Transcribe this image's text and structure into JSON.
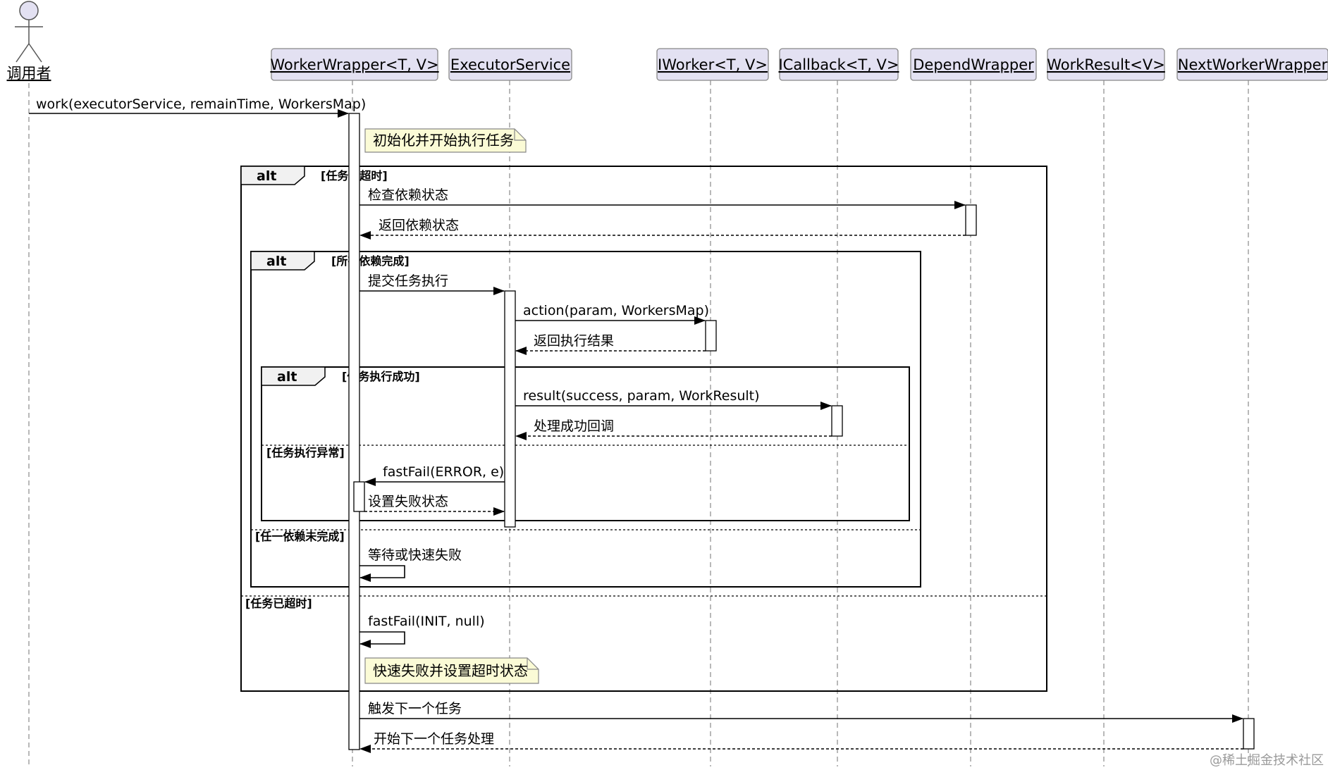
{
  "actor": {
    "label": "调用者"
  },
  "participants": [
    {
      "id": "ww",
      "label": "WorkerWrapper<T, V>"
    },
    {
      "id": "es",
      "label": "ExecutorService"
    },
    {
      "id": "iw",
      "label": "IWorker<T, V>"
    },
    {
      "id": "icb",
      "label": "ICallback<T, V>"
    },
    {
      "id": "dw",
      "label": "DependWrapper"
    },
    {
      "id": "wr",
      "label": "WorkResult<V>"
    },
    {
      "id": "nww",
      "label": "NextWorkerWrapper"
    }
  ],
  "messages": {
    "work": "work(executorService, remainTime, WorkersMap)",
    "check_depend": "检查依赖状态",
    "return_depend": "返回依赖状态",
    "submit": "提交任务执行",
    "action": "action(param, WorkersMap)",
    "return_result": "返回执行结果",
    "result": "result(success, param, WorkResult)",
    "handle_success": "处理成功回调",
    "fastfail_error": "fastFail(ERROR, e)",
    "set_fail": "设置失败状态",
    "wait_or_fail": "等待或快速失败",
    "fastfail_init": "fastFail(INIT, null)",
    "trigger_next": "触发下一个任务",
    "start_next": "开始下一个任务处理"
  },
  "notes": {
    "init": "初始化并开始执行任务",
    "timeout": "快速失败并设置超时状态"
  },
  "fragments": {
    "outer": {
      "label": "alt",
      "guard": "[任务未超时]",
      "else_guard": "[任务已超时]"
    },
    "middle": {
      "label": "alt",
      "guard": "[所有依赖完成]",
      "else_guard": "[任一依赖未完成]"
    },
    "inner": {
      "label": "alt",
      "guard": "[任务执行成功]",
      "else_guard": "[任务执行异常]"
    }
  },
  "watermark": "@稀土掘金技术社区"
}
